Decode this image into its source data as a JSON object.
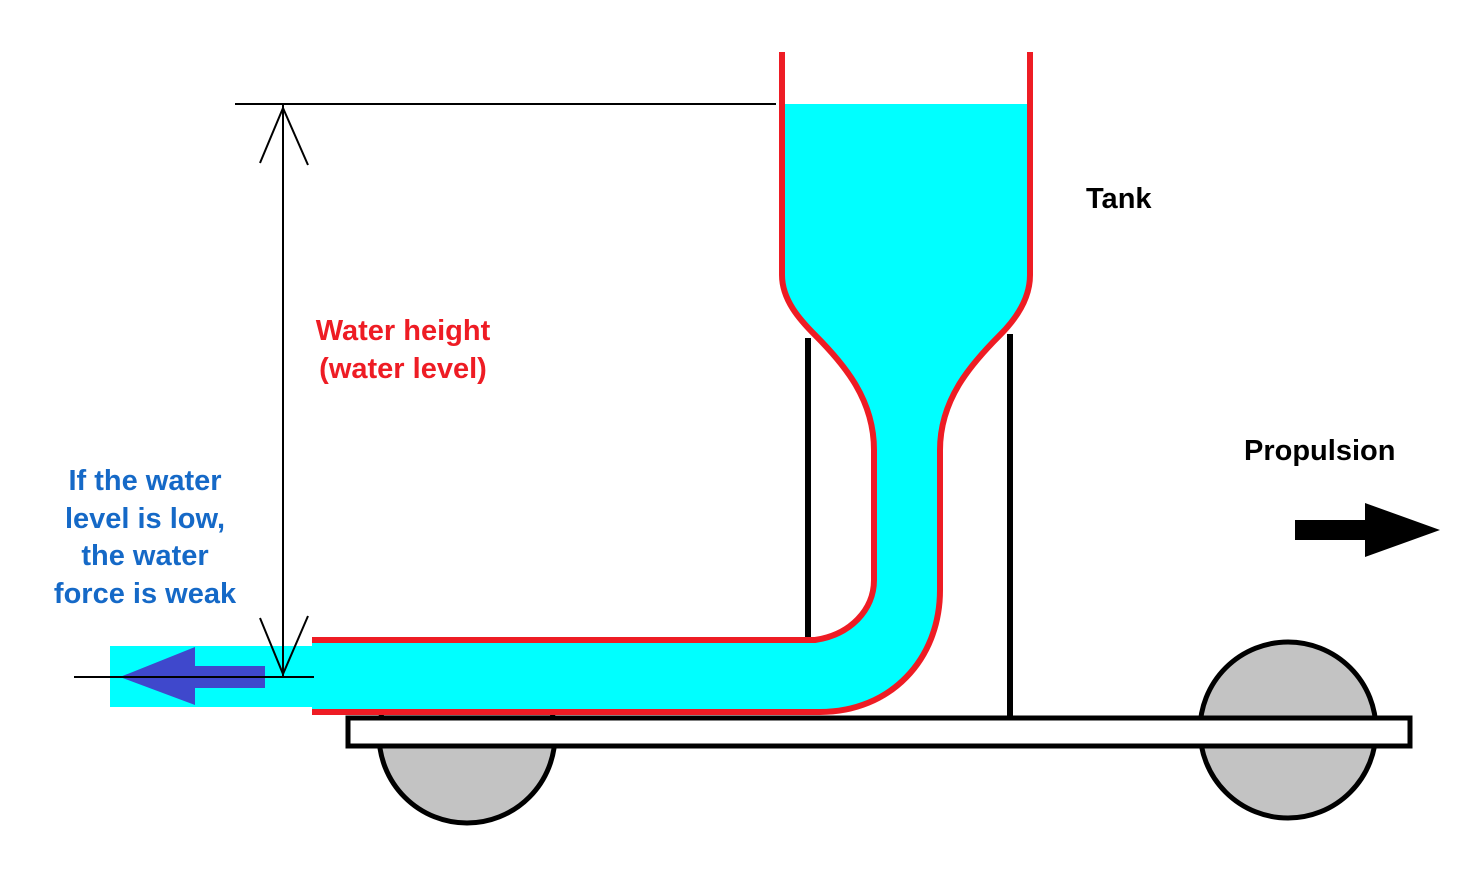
{
  "labels": {
    "tank": "Tank",
    "propulsion": "Propulsion",
    "water_height": [
      "Water height",
      "(water level)"
    ],
    "note": [
      "If the water",
      "level is low,",
      "the water",
      "force is weak"
    ]
  },
  "colors": {
    "water": "#00ffff",
    "pipe": "#ee1c24",
    "water_height_text": "#ee1c24",
    "note_text": "#1569c7",
    "flow_arrow": "#3f48cc",
    "wheel": "#c3c3c3",
    "structure": "#000000"
  }
}
